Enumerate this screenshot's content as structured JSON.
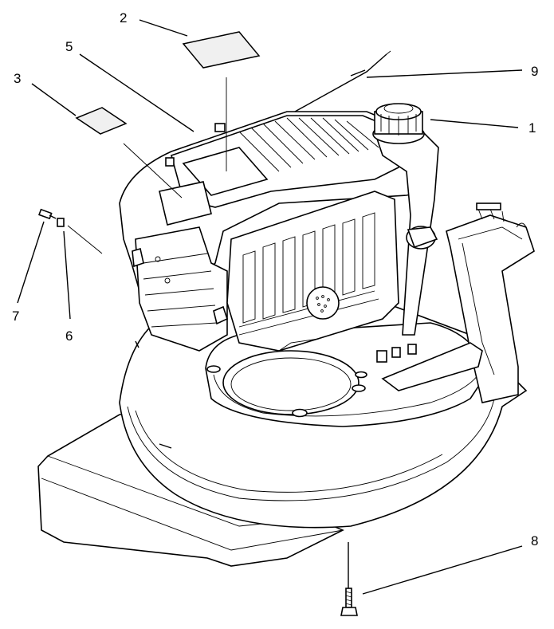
{
  "callouts": [
    {
      "id": "c1",
      "label": "1"
    },
    {
      "id": "c2",
      "label": "2"
    },
    {
      "id": "c3",
      "label": "3"
    },
    {
      "id": "c5",
      "label": "5"
    },
    {
      "id": "c6",
      "label": "6"
    },
    {
      "id": "c7",
      "label": "7"
    },
    {
      "id": "c8",
      "label": "8"
    },
    {
      "id": "c9",
      "label": "9"
    }
  ]
}
